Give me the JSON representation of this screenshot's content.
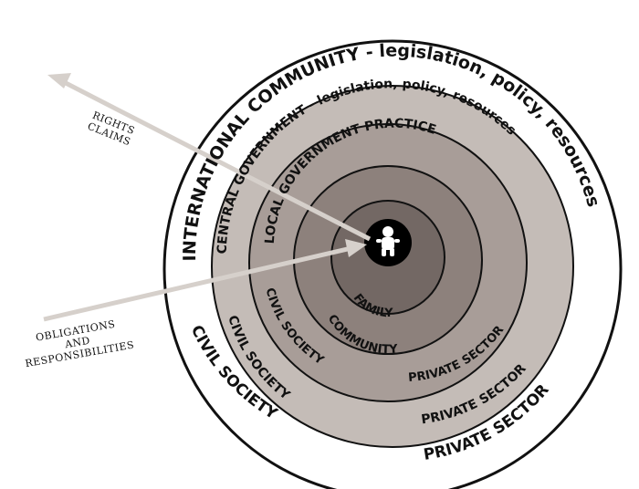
{
  "rings": {
    "international": {
      "label": "INTERNATIONAL COMMUNITY - legislation, policy, resources",
      "lower": "PRIVATE SECTOR"
    },
    "central": {
      "label": "CENTRAL GOVERNMENT - legislation, policy, resources",
      "lower_left": "CIVIL SOCIETY",
      "lower_right": "PRIVATE SECTOR"
    },
    "local": {
      "label": "LOCAL GOVERNMENT PRACTICE",
      "lower_left": "CIVIL SOCIETY",
      "lower_right": "PRIVATE SECTOR"
    },
    "community": {
      "label": "COMMUNITY"
    },
    "family": {
      "label": "FAMILY"
    },
    "outer_lower_left": "CIVIL SOCIETY"
  },
  "labels": {
    "rights_line1": "RIGHTS",
    "rights_line2": "CLAIMS",
    "obligations_line1": "OBLIGATIONS",
    "obligations_line2": "AND",
    "obligations_line3": "RESPONSIBILITIES"
  },
  "colors": {
    "ring_outer": "#ffffff",
    "ring_central": "#b9b1ac",
    "ring_local": "#9e938e",
    "ring_community": "#857a75",
    "center": "#000000",
    "arrow": "#d9d4d0"
  },
  "icons": {
    "center": "child-figure-icon"
  }
}
